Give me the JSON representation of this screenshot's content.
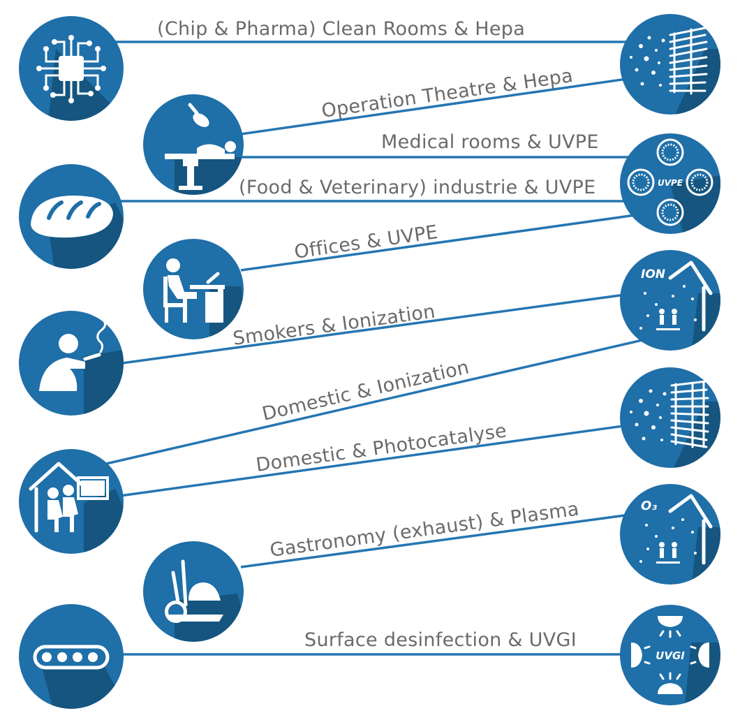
{
  "colors": {
    "circle": "#1f6fa8",
    "line": "#2576b2",
    "shadow": "#15557f",
    "label": "#6a6a6a"
  },
  "applications": [
    {
      "id": "chip-pharma",
      "icon": "circuit-chip-icon",
      "label": "(Chip & Pharma) Clean Rooms & Hepa",
      "technology": "hepa"
    },
    {
      "id": "operation-theatre",
      "icon": "operating-table-icon",
      "label": "Operation Theatre & Hepa",
      "technology": "hepa"
    },
    {
      "id": "medical-rooms",
      "icon": "operating-table-icon",
      "label": "Medical rooms & UVPE",
      "technology": "uvpe"
    },
    {
      "id": "food-veterinary",
      "icon": "bread-icon",
      "label": "(Food & Veterinary) industrie & UVPE",
      "technology": "uvpe"
    },
    {
      "id": "offices",
      "icon": "office-worker-icon",
      "label": "Offices & UVPE",
      "technology": "uvpe"
    },
    {
      "id": "smokers",
      "icon": "smoker-icon",
      "label": "Smokers & Ionization",
      "technology": "ionization"
    },
    {
      "id": "domestic-ionization",
      "icon": "home-family-icon",
      "label": "Domestic & Ionization",
      "technology": "ionization"
    },
    {
      "id": "domestic-photocatalyse",
      "icon": "home-family-icon",
      "label": "Domestic & Photocatalyse",
      "technology": "photocatalyse"
    },
    {
      "id": "gastronomy",
      "icon": "kitchen-cooking-icon",
      "label": "Gastronomy (exhaust) & Plasma",
      "technology": "plasma"
    },
    {
      "id": "surface",
      "icon": "conveyor-belt-icon",
      "label": "Surface desinfection & UVGI",
      "technology": "uvgi"
    }
  ],
  "technologies": {
    "hepa": {
      "icon": "hepa-filter-icon"
    },
    "uvpe": {
      "icon": "uvpe-lamps-icon",
      "text": "UVPE"
    },
    "ionization": {
      "icon": "ionization-house-icon",
      "text": "ION"
    },
    "photocatalyse": {
      "icon": "photocatalyse-filter-icon"
    },
    "plasma": {
      "icon": "plasma-house-icon",
      "text": "O₃"
    },
    "uvgi": {
      "icon": "uvgi-lamps-icon",
      "text": "UVGI"
    }
  }
}
